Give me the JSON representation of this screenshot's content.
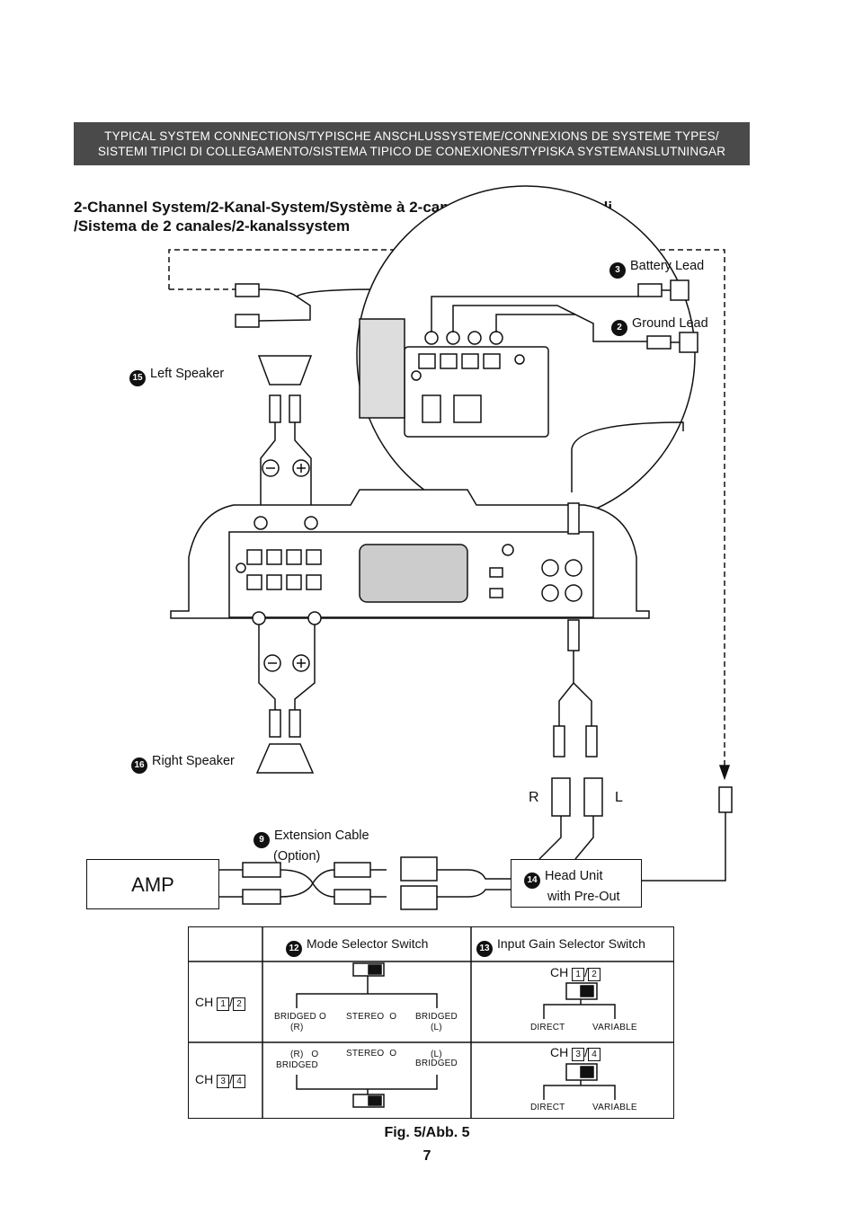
{
  "header": {
    "banner_line1": "TYPICAL SYSTEM CONNECTIONS/TYPISCHE ANSCHLUSSYSTEME/CONNEXIONS DE SYSTEME TYPES/",
    "banner_line2": "SISTEMI TIPICI DI COLLEGAMENTO/SISTEMA TIPICO DE CONEXIONES/TYPISKA SYSTEMANSLUTNINGAR"
  },
  "section_title": {
    "line1": "2-Channel System/2-Kanal-System/Système à 2-canaux/Sistema a 2-canali",
    "line2": "/Sistema de 2 canales/2-kanalssystem"
  },
  "callouts": {
    "battery": {
      "num": "3",
      "text": "Battery Lead"
    },
    "ground": {
      "num": "2",
      "text": "Ground Lead"
    },
    "left_speaker": {
      "num": "15",
      "text": "Left Speaker"
    },
    "right_speaker": {
      "num": "16",
      "text": "Right Speaker"
    },
    "extension": {
      "num": "9",
      "text": "Extension Cable",
      "text2": "(Option)"
    },
    "head_unit": {
      "num": "14",
      "text": "Head Unit",
      "text2": "with Pre-Out"
    }
  },
  "rca_labels": {
    "r": "R",
    "l": "L"
  },
  "amp_label": "AMP",
  "table": {
    "mode_header": {
      "num": "12",
      "text": "Mode Selector Switch"
    },
    "gain_header": {
      "num": "13",
      "text": "Input Gain Selector Switch"
    },
    "row1": {
      "ch": "CH",
      "ch_a": "1",
      "ch_b": "2",
      "mode_left": "BRIDGED",
      "mode_left_sub": "(R)",
      "mode_mid": "STEREO",
      "mode_right": "BRIDGED",
      "mode_right_sub": "(L)",
      "gain_ch": "CH",
      "gain_left": "DIRECT",
      "gain_right": "VARIABLE"
    },
    "row2": {
      "ch": "CH",
      "ch_a": "3",
      "ch_b": "4",
      "mode_left_sub": "(R)",
      "mode_left": "BRIDGED",
      "mode_mid": "STEREO",
      "mode_right_sub": "(L)",
      "mode_right": "BRIDGED",
      "gain_ch": "CH",
      "gain_left": "DIRECT",
      "gain_right": "VARIABLE"
    }
  },
  "footer": {
    "figure": "Fig. 5/Abb. 5",
    "page": "7"
  }
}
